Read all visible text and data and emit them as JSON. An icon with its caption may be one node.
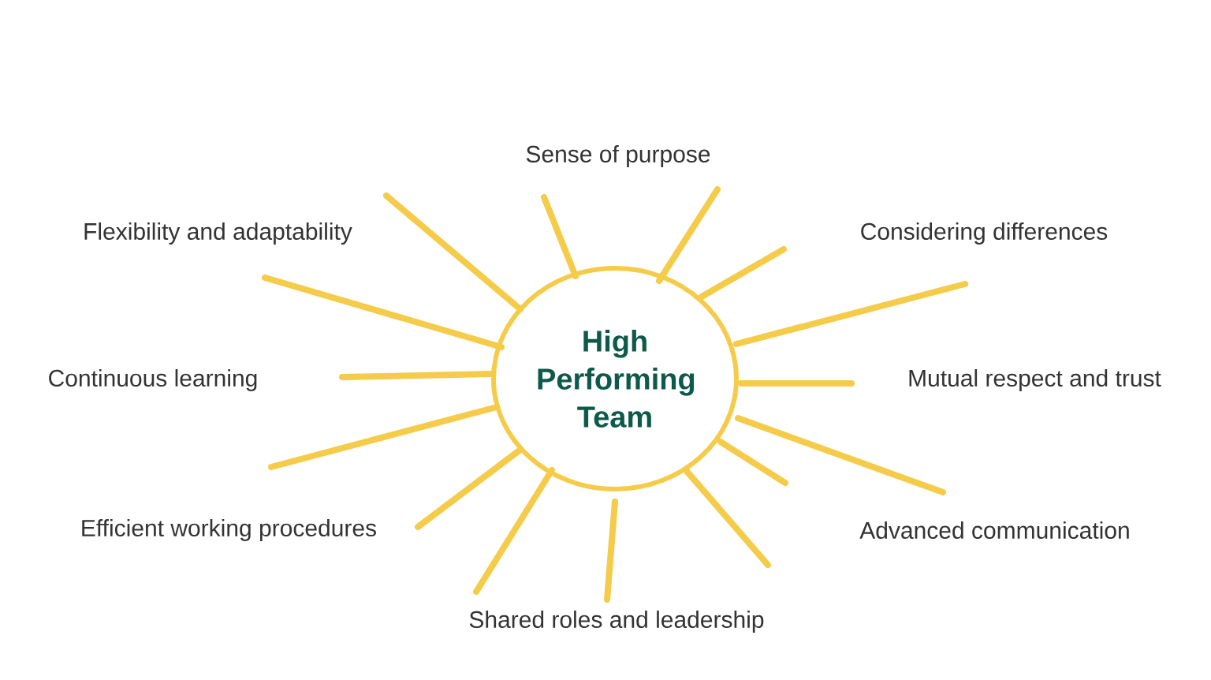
{
  "diagram": {
    "nodes": [
      {
        "text": [
          "High Performing Team"
        ]
      }
    ],
    "labels": [
      "Sense of purpose",
      "Flexibility and adaptability",
      "Considering differences",
      "Continuous learning",
      "Mutual respect and trust",
      "Efficient working procedures",
      "Advanced communication",
      "Shared roles and leadership"
    ]
  }
}
